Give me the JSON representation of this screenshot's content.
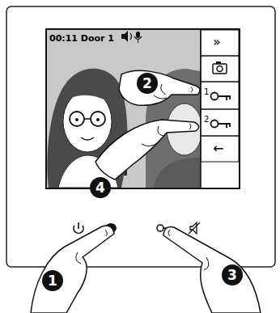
{
  "diagram": {
    "labels": [
      "00:11 Door 1",
      "»",
      "1",
      "2",
      "←",
      "2",
      "4",
      "1",
      "3"
    ]
  }
}
